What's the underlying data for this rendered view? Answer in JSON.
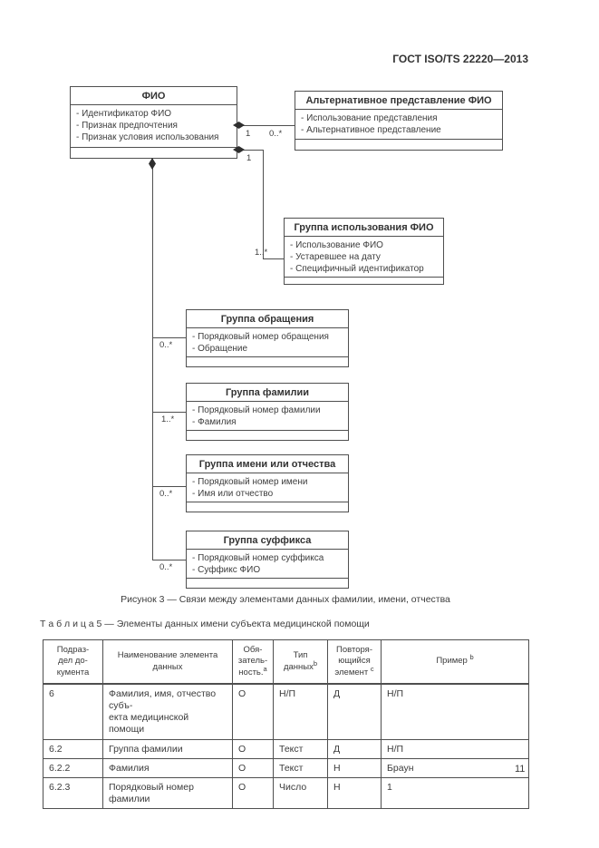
{
  "page": {
    "header": "ГОСТ ISO/TS 22220—2013",
    "page_number": "11"
  },
  "diagram": {
    "caption": "Рисунок 3 — Связи между элементами данных фамилии, имени, отчества",
    "boxes": {
      "fio": {
        "title": "ФИО",
        "attrs": [
          "- Идентификатор ФИО",
          "- Признак предпочтения",
          "- Признак условия использования"
        ]
      },
      "alt": {
        "title": "Альтернативное представление ФИО",
        "attrs": [
          "- Использование представления",
          "- Альтернативное представление"
        ]
      },
      "usage": {
        "title": "Группа использования ФИО",
        "attrs": [
          "- Использование ФИО",
          "- Устаревшее на дату",
          "- Специфичный идентификатор"
        ]
      },
      "salutation": {
        "title": "Группа обращения",
        "attrs": [
          "- Порядковый номер обращения",
          "- Обращение"
        ]
      },
      "family": {
        "title": "Группа фамилии",
        "attrs": [
          "- Порядковый номер фамилии",
          "- Фамилия"
        ]
      },
      "given": {
        "title": "Группа имени или отчества",
        "attrs": [
          "- Порядковый номер имени",
          "- Имя или отчество"
        ]
      },
      "suffix": {
        "title": "Группа суффикса",
        "attrs": [
          "- Порядковый номер суффикса",
          "- Суффикс ФИО"
        ]
      }
    },
    "links": {
      "alt": {
        "src": "1",
        "dst": "0..*"
      },
      "usage": {
        "src": "1",
        "dst": "1..*"
      },
      "salutation": {
        "dst": "0..*"
      },
      "family": {
        "dst": "1..*"
      },
      "given": {
        "dst": "0..*"
      },
      "suffix": {
        "dst": "0..*"
      }
    }
  },
  "table": {
    "caption": "Т а б л и ц а  5 — Элементы данных имени субъекта медицинской помощи",
    "headers": [
      {
        "text": "Подраз-\nдел до-\nкумента",
        "sup": ""
      },
      {
        "text": "Наименование элемента\nданных",
        "sup": ""
      },
      {
        "text": "Обя-\nзатель-\nность.",
        "sup": "a"
      },
      {
        "text": "Тип\nданных",
        "sup": "b"
      },
      {
        "text": "Повторя-\nющийся\nэлемент ",
        "sup": "c"
      },
      {
        "text": "Пример ",
        "sup": "b"
      }
    ],
    "rows": [
      [
        "6",
        "Фамилия, имя, отчество субъ-\nекта медицинской помощи",
        "О",
        "Н/П",
        "Д",
        "Н/П"
      ],
      [
        "6.2",
        "Группа фамилии",
        "О",
        "Текст",
        "Д",
        "Н/П"
      ],
      [
        "6.2.2",
        "Фамилия",
        "О",
        "Текст",
        "Н",
        "Браун"
      ],
      [
        "6.2.3",
        "Порядковый номер фамилии",
        "О",
        "Число",
        "Н",
        "1"
      ]
    ]
  }
}
